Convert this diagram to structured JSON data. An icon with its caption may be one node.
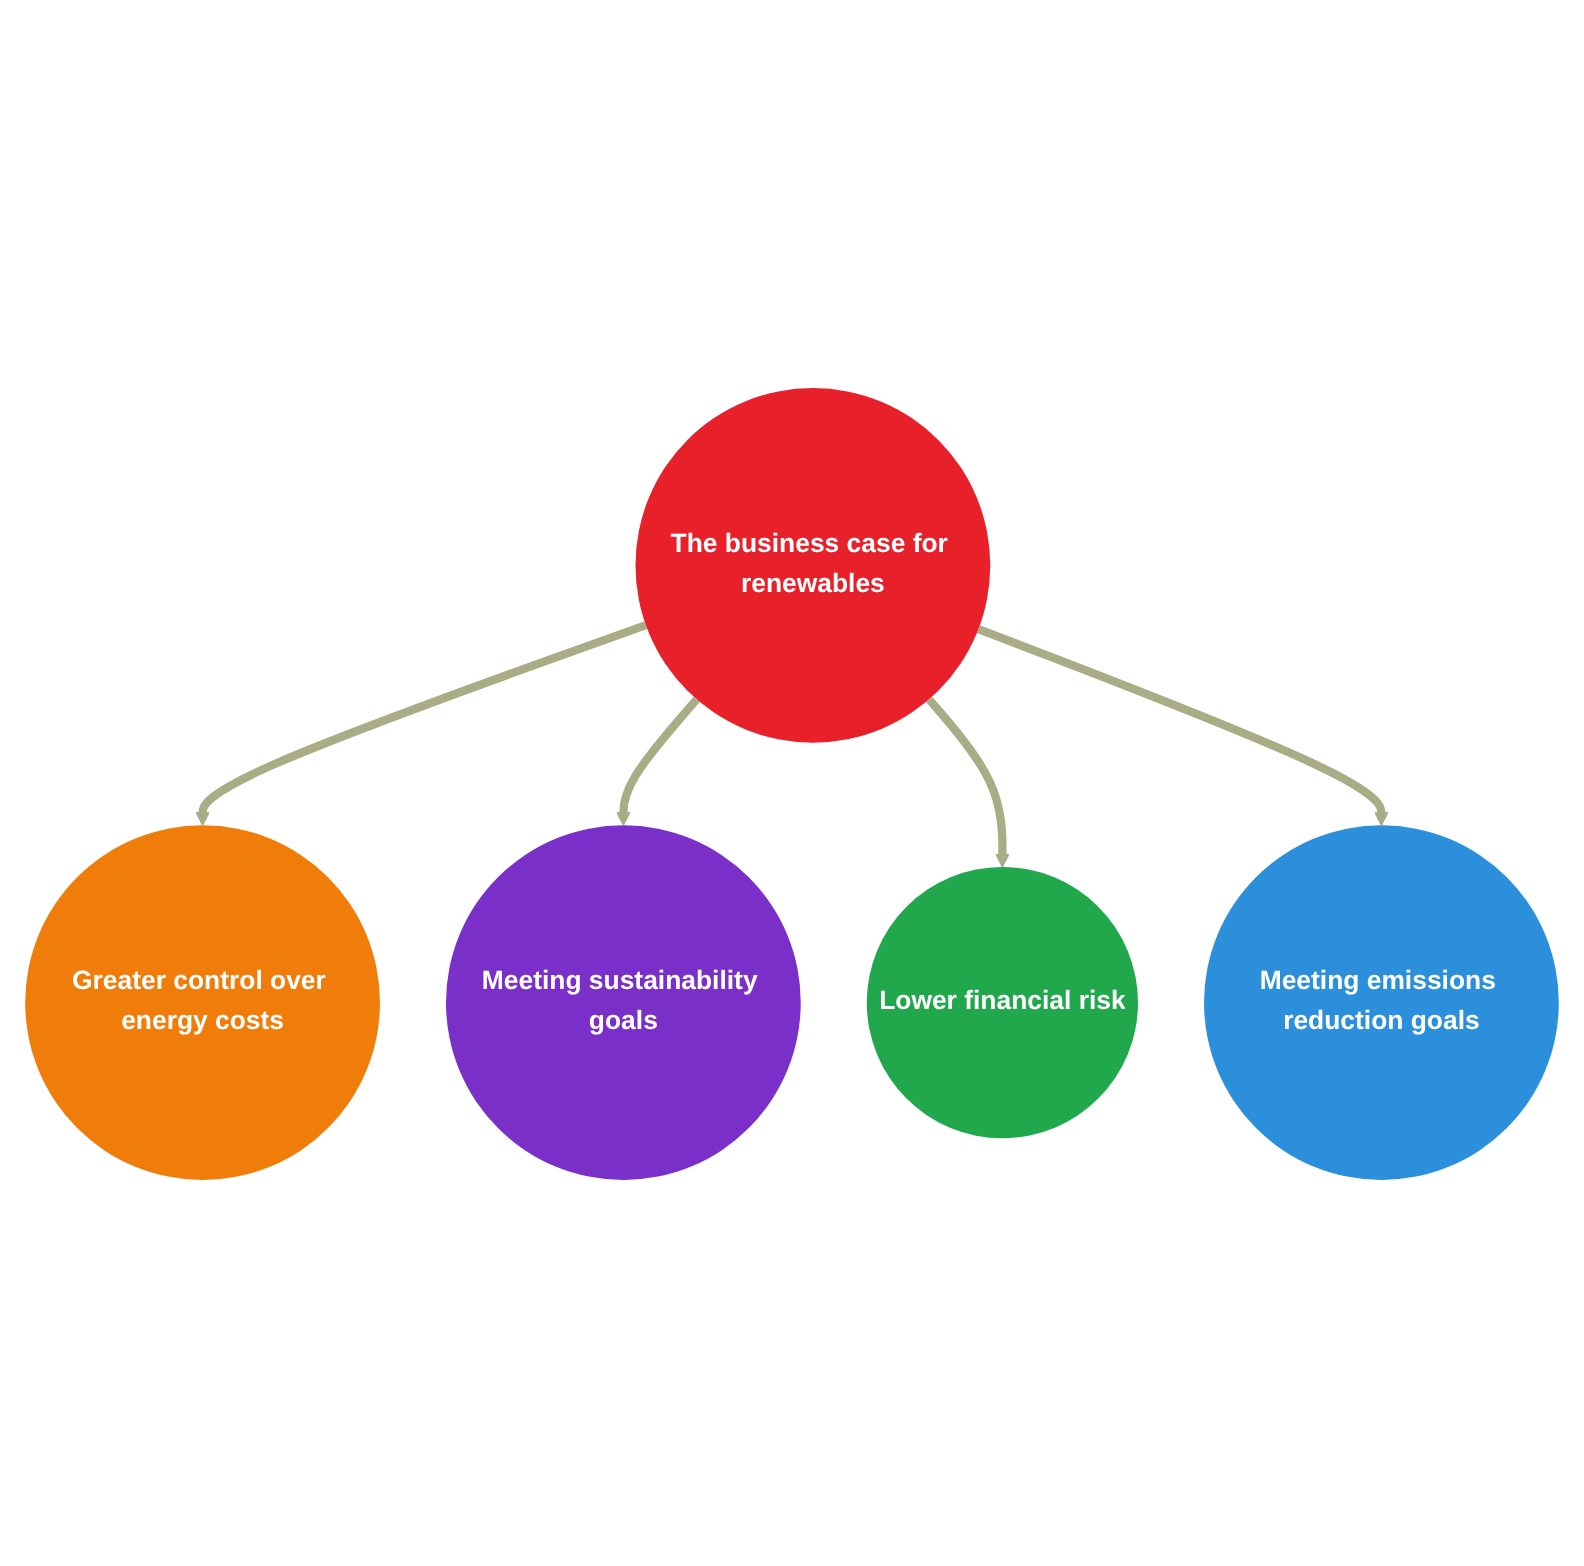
{
  "diagram": {
    "nodes": [
      {
        "text": [
          "The business case for renewables"
        ]
      },
      {
        "text": [
          "Greater control over energy costs"
        ]
      },
      {
        "text": [
          "Meeting sustainability goals"
        ]
      },
      {
        "text": [
          "Lower financial risk"
        ]
      },
      {
        "text": [
          "Meeting emissions reduction goals"
        ]
      }
    ],
    "edges": [
      {
        "from": 0,
        "to": 1,
        "arrow": "to"
      },
      {
        "from": 0,
        "to": 2,
        "arrow": "to"
      },
      {
        "from": 0,
        "to": 3,
        "arrow": "to"
      },
      {
        "from": 0,
        "to": 4,
        "arrow": "to"
      }
    ]
  }
}
